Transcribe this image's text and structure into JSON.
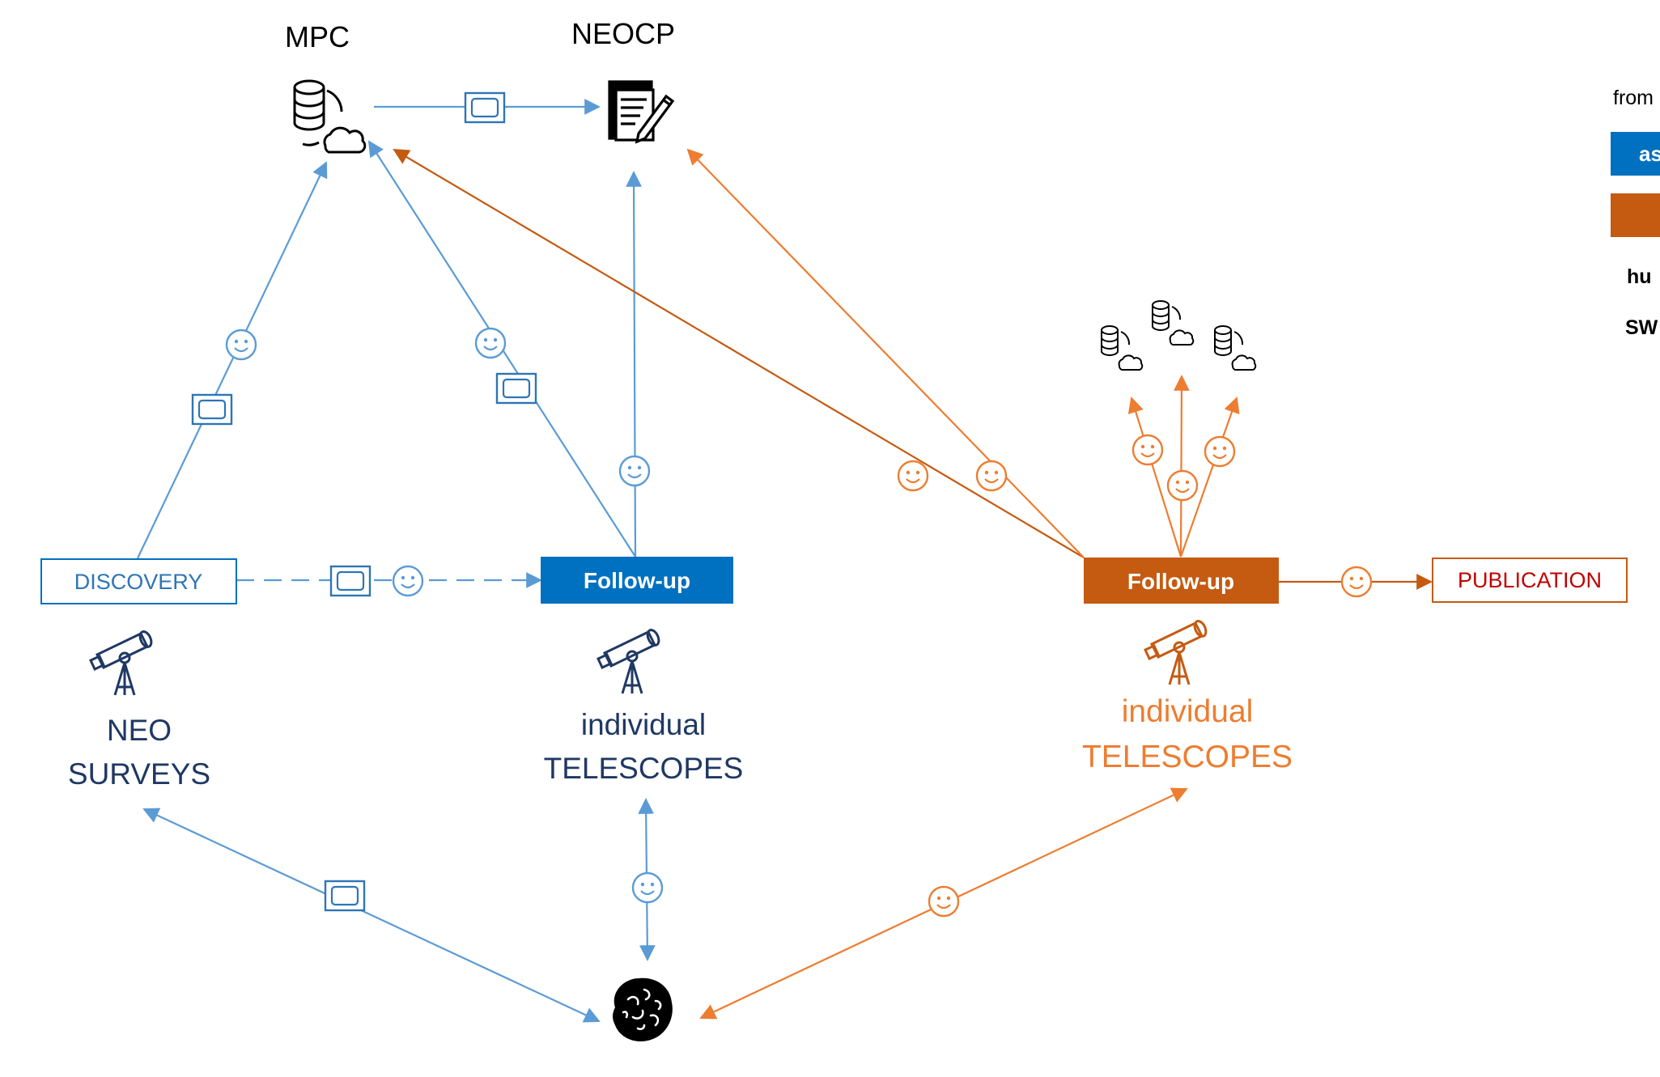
{
  "colors": {
    "blue_line": "#5b9bd5",
    "blue_box": "#0070c0",
    "navy_text": "#1f3864",
    "orange_line": "#ed7d31",
    "orange_box": "#c55a11",
    "red_text": "#c00000",
    "black": "#000000",
    "white": "#ffffff"
  },
  "nodes": {
    "mpc": "MPC",
    "neocp": "NEOCP",
    "discovery": "DISCOVERY",
    "followup_blue": "Follow-up",
    "followup_orange": "Follow-up",
    "publication": "PUBLICATION",
    "neo_surveys_line1": "NEO",
    "neo_surveys_line2": "SURVEYS",
    "individual_blue_line1": "individual",
    "individual_blue_line2": "TELESCOPES",
    "individual_orange_line1": "individual",
    "individual_orange_line2": "TELESCOPES"
  },
  "legend": {
    "from_label": "from",
    "blue_box_label": "as",
    "human_label": "hu",
    "software_label": "SW"
  },
  "icons": {
    "database_cloud": "database-cloud-icon",
    "document_edit": "document-edit-icon",
    "telescope": "telescope-icon",
    "asteroid": "asteroid-icon",
    "smiley": "smiley-icon",
    "software_window": "software-window-icon"
  }
}
